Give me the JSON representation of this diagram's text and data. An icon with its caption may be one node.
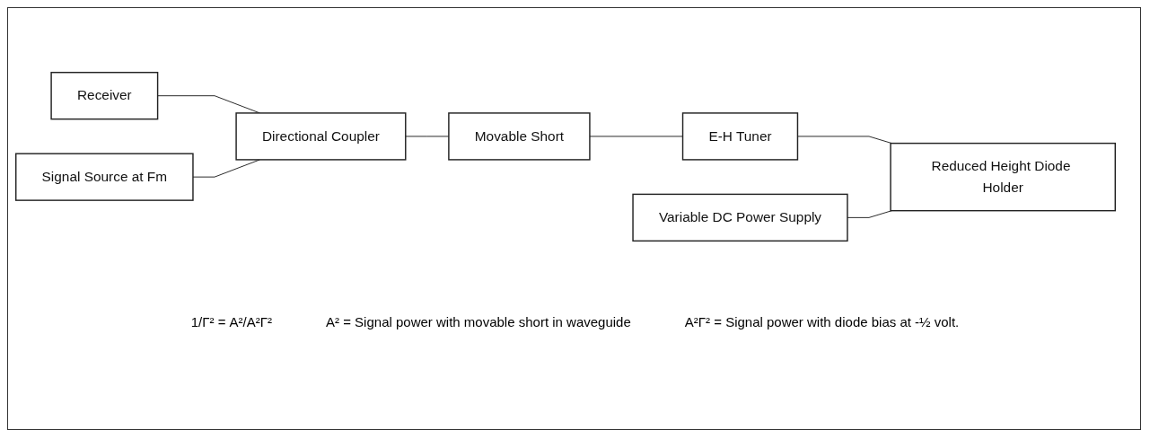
{
  "diagram": {
    "nodes": [
      {
        "text": [
          "Signal Source at Fm"
        ]
      },
      {
        "text": [
          "Variable DC Power Supply"
        ]
      },
      {
        "text": [
          "Receiver"
        ]
      },
      {
        "text": [
          "Directional Coupler"
        ]
      },
      {
        "text": [
          "Movable Short"
        ]
      },
      {
        "text": [
          "E-H Tuner"
        ]
      },
      {
        "text": [
          "Reduced Height Diode Holder"
        ]
      }
    ],
    "edges": [
      {
        "from": 2,
        "to": 3,
        "arrow": "none"
      },
      {
        "from": 0,
        "to": 3,
        "arrow": "none"
      },
      {
        "from": 3,
        "to": 4,
        "arrow": "none"
      },
      {
        "from": 4,
        "to": 5,
        "arrow": "none"
      },
      {
        "from": 5,
        "to": 6,
        "arrow": "none"
      },
      {
        "from": 1,
        "to": 6,
        "arrow": "none"
      }
    ],
    "labels": [
      "1/Γ² = A²/A²Γ²",
      "A² = Signal power with movable short in waveguide",
      "A²Γ² = Signal power with diode bias at -½ volt."
    ]
  }
}
